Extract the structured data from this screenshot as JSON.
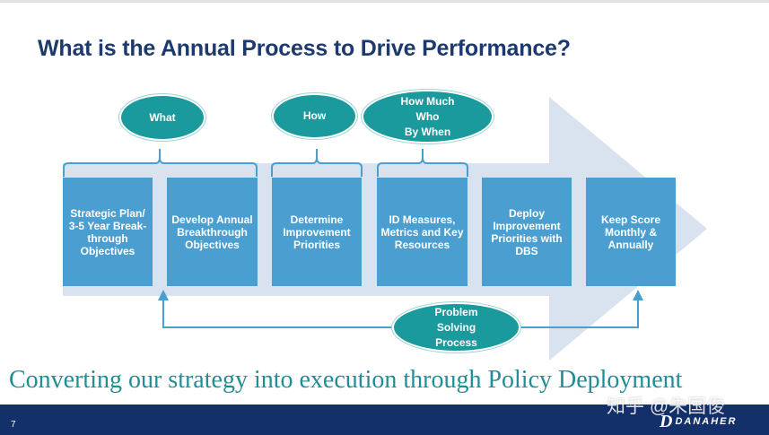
{
  "title": "What is the Annual Process to Drive Performance?",
  "boxes": [
    "Strategic Plan/\n3-5 Year Break-\nthrough\nObjectives",
    "Develop Annual\nBreakthrough\nObjectives",
    "Determine\nImprovement\nPriorities",
    "ID Measures,\nMetrics and Key\nResources",
    "Deploy\nImprovement\nPriorities with\nDBS",
    "Keep Score\nMonthly &\nAnnually"
  ],
  "ovals": {
    "what": "What",
    "how": "How",
    "how_much": "How Much\nWho\nBy When",
    "problem_solving": "Problem\nSolving\nProcess"
  },
  "tagline": "Converting our strategy into execution through Policy Deployment",
  "footer": {
    "page_number": "7",
    "watermark": "知乎 @朱国俊",
    "logo_text": "DANAHER"
  },
  "colors": {
    "title": "#1c3a6e",
    "box": "#4a9fd0",
    "oval": "#1a9a9d",
    "arrow": "#d9e2ef",
    "tagline": "#1f8f95",
    "footer": "#13306b"
  }
}
